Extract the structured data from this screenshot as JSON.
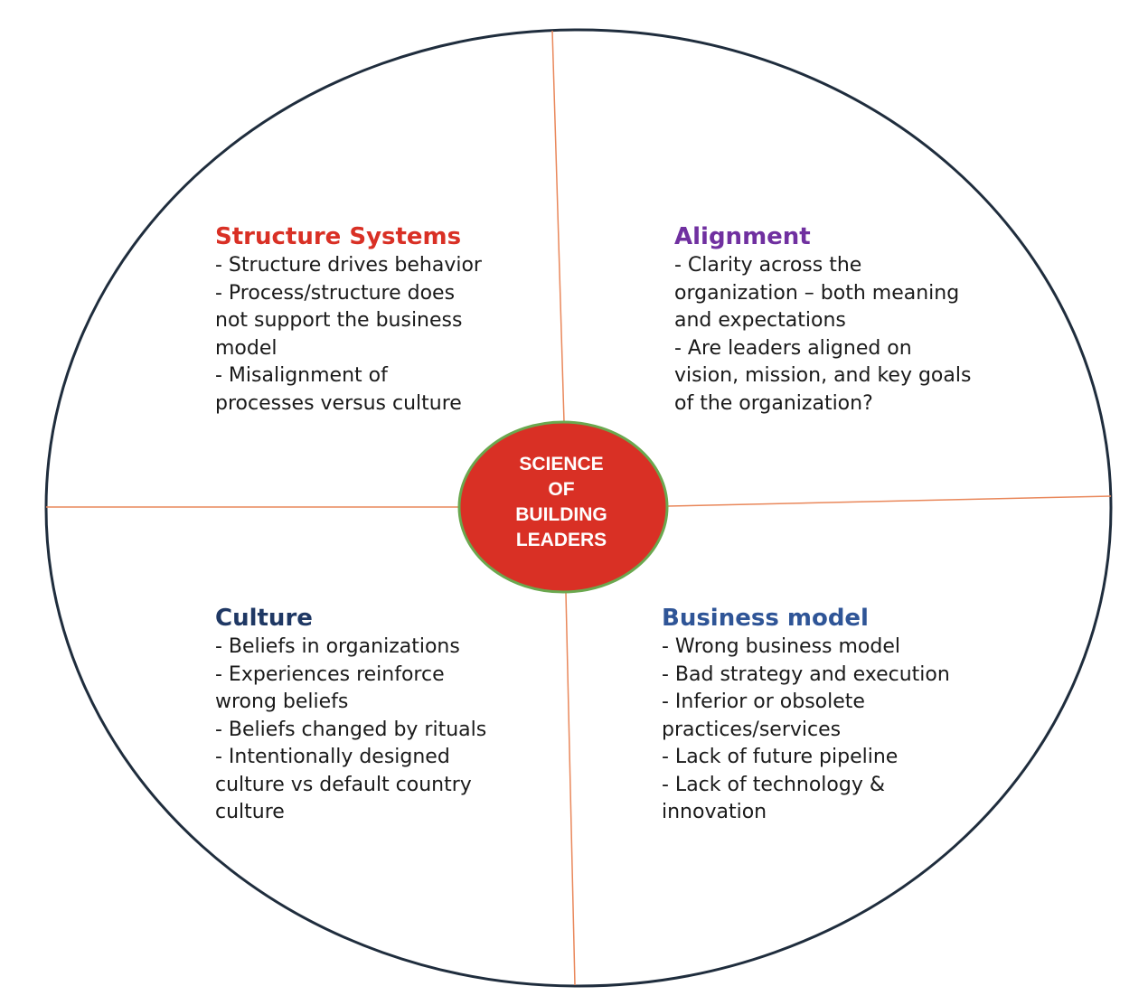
{
  "colors": {
    "outline": "#1f2d3d",
    "divider": "#e9875a",
    "center_fill": "#d93025",
    "center_border": "#6aa84f",
    "center_text": "#ffffff"
  },
  "center": {
    "lines": [
      "SCIENCE",
      "OF",
      "BUILDING",
      "LEADERS"
    ]
  },
  "quadrants": {
    "structure": {
      "title": "Structure Systems",
      "title_color": "#d93025",
      "items": [
        "- Structure drives behavior",
        "- Process/structure does not support the business model",
        "- Misalignment of processes versus culture"
      ]
    },
    "alignment": {
      "title": "Alignment",
      "title_color": "#7030a0",
      "items": [
        "- Clarity across the organization – both meaning and expectations",
        "- Are leaders aligned on vision, mission, and key goals of the organization?"
      ]
    },
    "culture": {
      "title": "Culture",
      "title_color": "#1f3864",
      "items": [
        "- Beliefs in organizations",
        "- Experiences reinforce wrong beliefs",
        "- Beliefs changed by rituals",
        "- Intentionally designed culture vs default country culture"
      ]
    },
    "business": {
      "title": "Business model",
      "title_color": "#2f5597",
      "items": [
        "- Wrong business model",
        "- Bad strategy and execution",
        "- Inferior or obsolete practices/services",
        "- Lack of future pipeline",
        "- Lack of technology & innovation"
      ]
    }
  }
}
